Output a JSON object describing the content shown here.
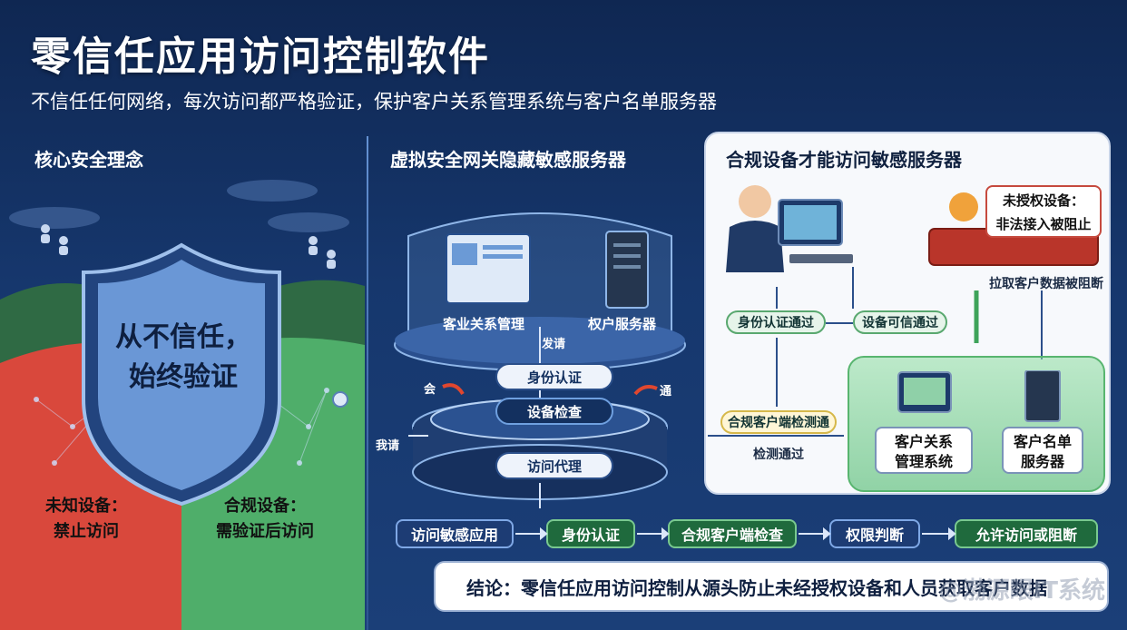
{
  "header": {
    "title": "零信任应用访问控制软件",
    "subtitle": "不信任任何网络，每次访问都严格验证，保护客户关系管理系统与客户名单服务器"
  },
  "left": {
    "heading": "核心安全理念",
    "shield_line1": "从不信任，",
    "shield_line2": "始终验证",
    "unknown_line1": "未知设备：",
    "unknown_line2": "禁止访问",
    "compliant_line1": "合规设备：",
    "compliant_line2": "需验证后访问",
    "colors": {
      "red_zone": "#d9483c",
      "green_zone": "#4fae6a",
      "shield": "#4a78c0"
    }
  },
  "center": {
    "heading": "虚拟安全网关隐藏敏感服务器",
    "crm_label": "客业关系管理",
    "auth_server_label": "权户服务器",
    "initiate": "发请",
    "auth_pill": "身份认证",
    "device_check_pill": "设备检查",
    "access_proxy_pill": "访问代理",
    "left_hint": "会",
    "right_hint": "通",
    "request_label": "我请"
  },
  "right": {
    "heading": "合规设备才能访问敏感服务器",
    "alert_line1": "未授权设备：",
    "alert_line2": "非法接入被阻止",
    "pull_blocked": "拉取客户数据被阻断",
    "auth_passed": "身份认证通过",
    "device_trusted": "设备可信通过",
    "client_check_passed": "合规客户端检测通",
    "detect_passed": "检测通过",
    "crm_line1": "客户关系",
    "crm_line2": "管理系统",
    "list_line1": "客户名单",
    "list_line2": "服务器"
  },
  "flow": [
    {
      "label": "访问敏感应用",
      "style": "blue"
    },
    {
      "label": "身份认证",
      "style": "green"
    },
    {
      "label": "合规客户端检查",
      "style": "green"
    },
    {
      "label": "权限判断",
      "style": "blue"
    },
    {
      "label": "允许访问或阻断",
      "style": "green"
    }
  ],
  "conclusion": "结论：零信任应用访问控制从源头防止未经授权设备和人员获取客户数据",
  "watermark": "@渤源眼IT系统"
}
